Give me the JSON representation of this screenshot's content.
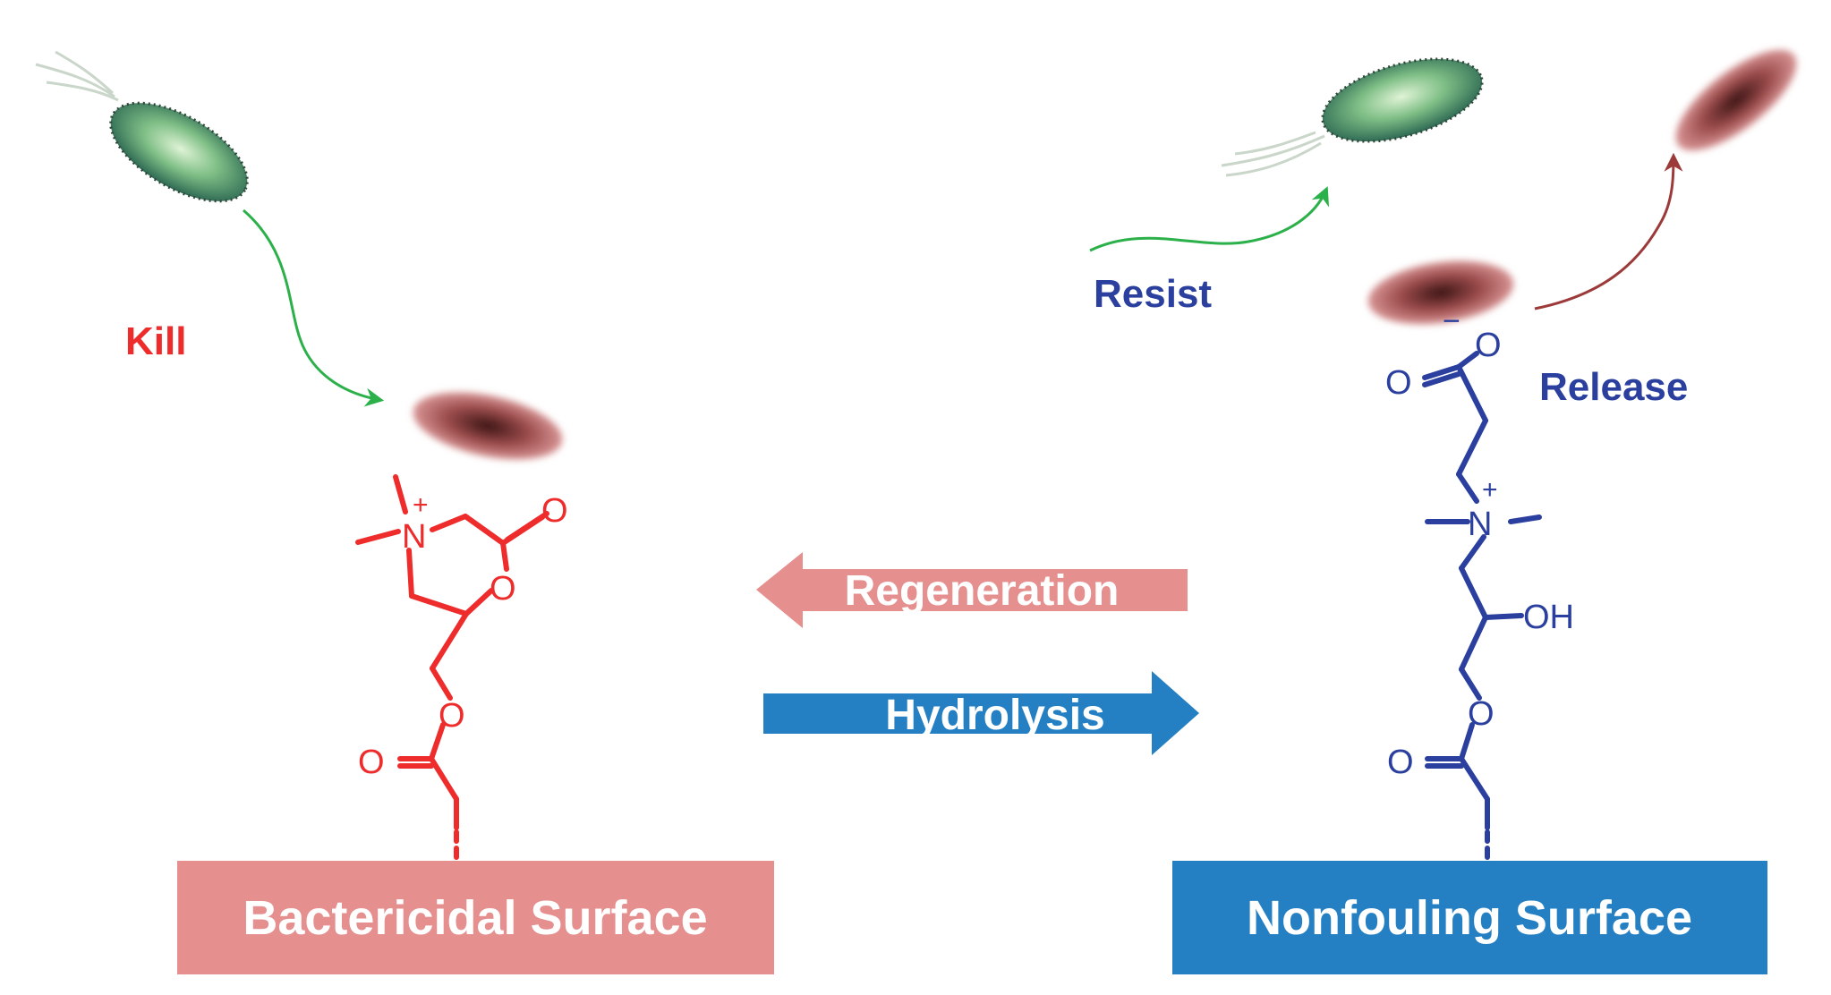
{
  "labels": {
    "kill": "Kill",
    "resist": "Resist",
    "release": "Release",
    "regeneration": "Regeneration",
    "hydrolysis": "Hydrolysis",
    "bactericidal_surface": "Bactericidal Surface",
    "nonfouling_surface": "Nonfouling Surface"
  },
  "left_molecule": {
    "n_plus": "N",
    "plus": "+",
    "ring_carbonyl_o": "O",
    "ring_o": "O",
    "ester_o": "O",
    "ester_carbonyl_o": "O"
  },
  "right_molecule": {
    "carboxylate_charge": "−",
    "carboxylate_o": "O",
    "carboxyl_o": "O",
    "n_plus": "N",
    "plus": "+",
    "hydroxyl": "OH",
    "ester_o": "O",
    "ester_carbonyl_o": "O"
  },
  "colors": {
    "bactericidal": "#ee2c2c",
    "nonfouling": "#2a3f9e",
    "bactericidal_box": "#e58f8f",
    "nonfouling_box": "#2480c3",
    "regeneration_arrow": "#e58f8f",
    "hydrolysis_arrow": "#2480c3",
    "kill_text": "#ee2c2c",
    "resist_text": "#2a3f9e",
    "release_text": "#2a3f9e",
    "green_arrow": "#2bb04a",
    "brown_arrow": "#9c3a3a"
  },
  "icons": [
    "green-bacterium-icon",
    "red-bacterium-icon"
  ]
}
